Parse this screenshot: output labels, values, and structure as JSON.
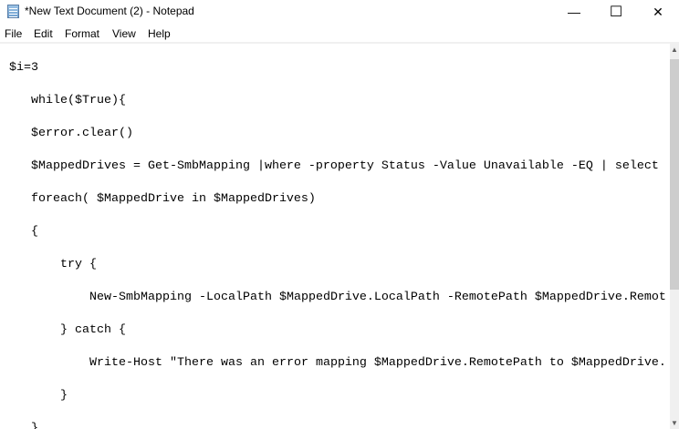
{
  "window": {
    "title": "*New Text Document (2) - Notepad",
    "icon": "notepad-icon",
    "controls": {
      "minimize": "—",
      "maximize": "☐",
      "close": "✕"
    }
  },
  "menubar": {
    "items": [
      {
        "label": "File"
      },
      {
        "label": "Edit"
      },
      {
        "label": "Format"
      },
      {
        "label": "View"
      },
      {
        "label": "Help"
      }
    ]
  },
  "editor": {
    "lines": [
      {
        "text": "$i=3",
        "indent": 0
      },
      {
        "text": "while($True){",
        "indent": 3
      },
      {
        "text": "$error.clear()",
        "indent": 3
      },
      {
        "text": "$MappedDrives = Get-SmbMapping |where -property Status -Value Unavailable -EQ | select",
        "indent": 3
      },
      {
        "text": "foreach( $MappedDrive in $MappedDrives)",
        "indent": 3
      },
      {
        "text": "{",
        "indent": 3
      },
      {
        "text": "try {",
        "indent": 7
      },
      {
        "text": "New-SmbMapping -LocalPath $MappedDrive.LocalPath -RemotePath $MappedDrive.Remot",
        "indent": 11
      },
      {
        "text": "} catch {",
        "indent": 7
      },
      {
        "text": "Write-Host \"There was an error mapping $MappedDrive.RemotePath to $MappedDrive.",
        "indent": 11
      },
      {
        "text": "}",
        "indent": 7
      },
      {
        "text": "}",
        "indent": 3
      }
    ]
  },
  "scrollbar": {
    "position_fraction": 0.0,
    "visible_fraction": 0.65
  }
}
